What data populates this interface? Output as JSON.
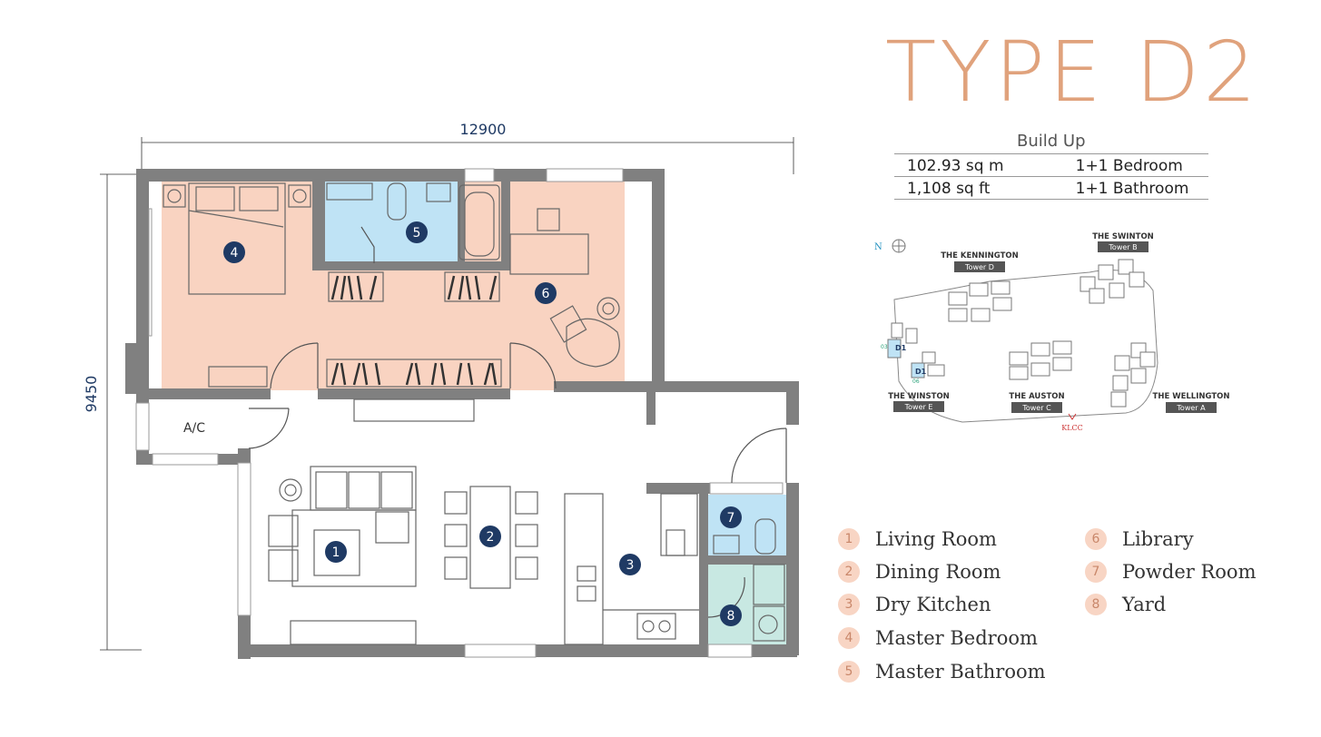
{
  "header": {
    "title": "TYPE D2",
    "build_up_label": "Build Up"
  },
  "build_up": {
    "rows": [
      {
        "area": "102.93 sq m",
        "rooms": "1+1 Bedroom"
      },
      {
        "area": "1,108 sq ft",
        "rooms": "1+1 Bathroom"
      }
    ]
  },
  "dimensions": {
    "width": "12900",
    "height": "9450"
  },
  "plan_labels": {
    "ac": "A/C"
  },
  "rooms": [
    {
      "num": "1",
      "name": "Living Room"
    },
    {
      "num": "2",
      "name": "Dining Room"
    },
    {
      "num": "3",
      "name": "Dry Kitchen"
    },
    {
      "num": "4",
      "name": "Master Bedroom"
    },
    {
      "num": "5",
      "name": "Master Bathroom"
    },
    {
      "num": "6",
      "name": "Library"
    },
    {
      "num": "7",
      "name": "Powder Room"
    },
    {
      "num": "8",
      "name": "Yard"
    }
  ],
  "site_plan": {
    "compass": "N",
    "towers": [
      {
        "name": "THE KENNINGTON",
        "tag": "Tower D"
      },
      {
        "name": "THE SWINTON",
        "tag": "Tower B"
      },
      {
        "name": "THE WINSTON",
        "tag": "Tower E"
      },
      {
        "name": "THE AUSTON",
        "tag": "Tower C"
      },
      {
        "name": "THE WELLINGTON",
        "tag": "Tower A"
      }
    ],
    "unit_marks": [
      "D1",
      "D1"
    ],
    "floor_marks": [
      "03",
      "06"
    ],
    "landmark": "KLCC"
  },
  "colors": {
    "title": "#e0a27c",
    "wall": "#808080",
    "bedroom_fill": "#f9d3c1",
    "bathroom_fill": "#bfe3f5",
    "yard_fill": "#c8e8e2",
    "badge": "#1f3a64",
    "legend_circle": "#f8d5c4"
  }
}
